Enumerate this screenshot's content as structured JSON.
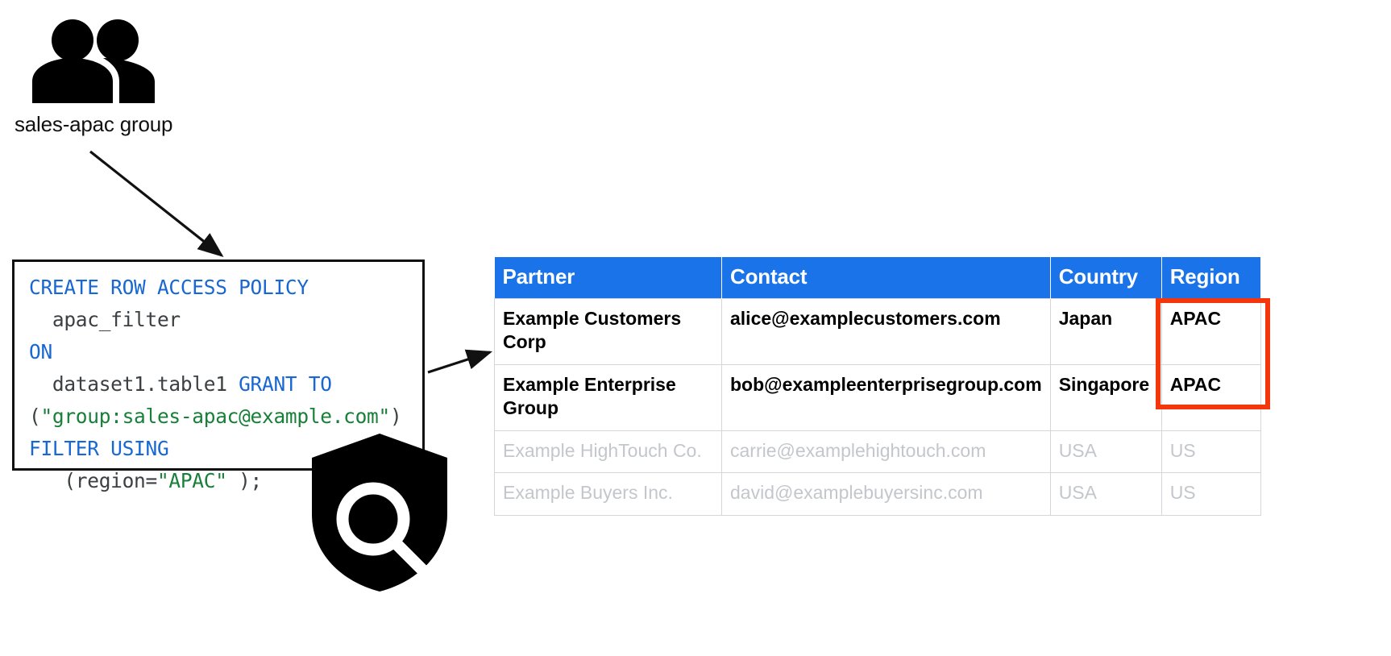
{
  "diagram": {
    "title": "Row access policy diagram",
    "group_node": {
      "icon": "people-group-icon",
      "label": "sales-apac group"
    },
    "security_icon": {
      "icon": "shield-search-icon",
      "label": "shield with magnifier"
    },
    "arrows": [
      {
        "name": "arrow-group-to-policy",
        "from": "sales-apac group",
        "to": "code block"
      },
      {
        "name": "arrow-policy-to-table",
        "from": "code block",
        "to": "results table"
      }
    ],
    "code_block": {
      "language": "sql",
      "tokens": [
        {
          "t": "CREATE ROW ACCESS POLICY",
          "c": "kw"
        },
        {
          "t": "\n  apac_filter\n",
          "c": "id"
        },
        {
          "t": "ON",
          "c": "kw"
        },
        {
          "t": "\n  dataset1.table1 ",
          "c": "id"
        },
        {
          "t": "GRANT TO",
          "c": "kw"
        },
        {
          "t": "\n(",
          "c": "id"
        },
        {
          "t": "\"group:sales-apac@example.com\"",
          "c": "str"
        },
        {
          "t": ")\n",
          "c": "id"
        },
        {
          "t": "FILTER USING",
          "c": "kw"
        },
        {
          "t": "\n   (region=",
          "c": "id"
        },
        {
          "t": "\"APAC\"",
          "c": "str"
        },
        {
          "t": " );",
          "c": "id"
        }
      ],
      "plain_text": "CREATE ROW ACCESS POLICY\n  apac_filter\nON\n  dataset1.table1 GRANT TO\n(\"group:sales-apac@example.com\")\nFILTER USING\n   (region=\"APAC\" );"
    }
  },
  "table": {
    "name": "partner-results-table",
    "columns": [
      {
        "key": "partner",
        "label": "Partner"
      },
      {
        "key": "contact",
        "label": "Contact"
      },
      {
        "key": "country",
        "label": "Country"
      },
      {
        "key": "region",
        "label": "Region"
      }
    ],
    "rows": [
      {
        "state": "visible",
        "partner": "Example Customers Corp",
        "contact": "alice@examplecustomers.com",
        "country": "Japan",
        "region": "APAC"
      },
      {
        "state": "visible",
        "partner": "Example Enterprise Group",
        "contact": "bob@exampleenterprisegroup.com",
        "country": "Singapore",
        "region": "APAC"
      },
      {
        "state": "filtered-out",
        "partner": "Example HighTouch Co.",
        "contact": "carrie@examplehightouch.com",
        "country": "USA",
        "region": "US"
      },
      {
        "state": "filtered-out",
        "partner": "Example Buyers Inc.",
        "contact": "david@examplebuyersinc.com",
        "country": "USA",
        "region": "US"
      }
    ],
    "highlight": {
      "name": "region-apac-highlight",
      "column": "Region",
      "rows": [
        0,
        1
      ],
      "color": "#f4360c"
    }
  },
  "colors": {
    "header_blue": "#1a73e8",
    "highlight_red": "#f4360c",
    "keyword_blue": "#1967d2",
    "string_green": "#188038",
    "code_gray": "#3c4043",
    "muted_gray": "#c3c7cc",
    "border_gray": "#d4d6d9",
    "ink_black": "#111111"
  }
}
